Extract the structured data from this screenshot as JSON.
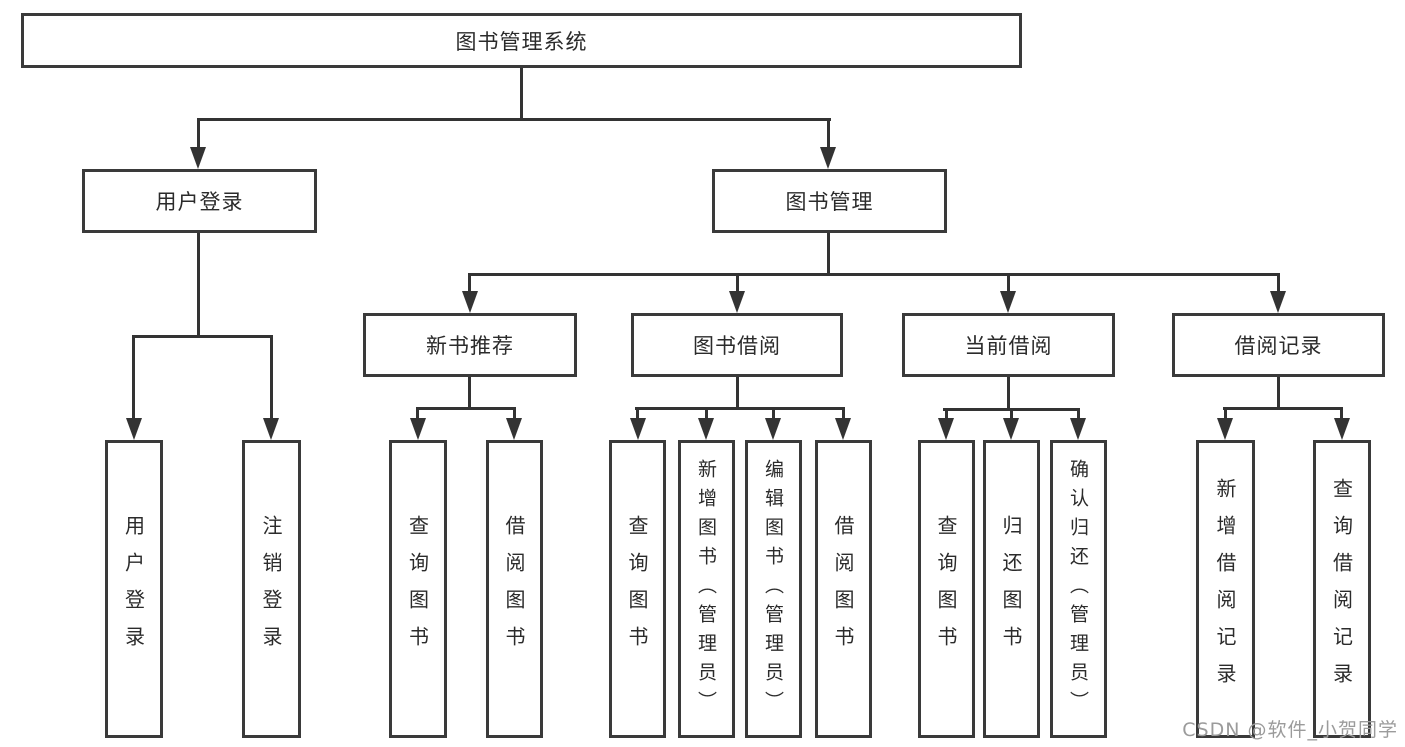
{
  "tree": {
    "root": {
      "label": "图书管理系统"
    },
    "branches": [
      {
        "label": "用户登录",
        "children": [
          {
            "label": "用户登录"
          },
          {
            "label": "注销登录"
          }
        ]
      },
      {
        "label": "图书管理",
        "groups": [
          {
            "label": "新书推荐",
            "children": [
              {
                "label": "查询图书"
              },
              {
                "label": "借阅图书"
              }
            ]
          },
          {
            "label": "图书借阅",
            "children": [
              {
                "label": "查询图书"
              },
              {
                "label": "新增图书（管理员）"
              },
              {
                "label": "编辑图书（管理员）"
              },
              {
                "label": "借阅图书"
              }
            ]
          },
          {
            "label": "当前借阅",
            "children": [
              {
                "label": "查询图书"
              },
              {
                "label": "归还图书"
              },
              {
                "label": "确认归还（管理员）"
              }
            ]
          },
          {
            "label": "借阅记录",
            "children": [
              {
                "label": "新增借阅记录"
              },
              {
                "label": "查询借阅记录"
              }
            ]
          }
        ]
      }
    ]
  },
  "watermark": {
    "text": "CSDN @软件_小贺同学"
  },
  "colors": {
    "line": "#333333",
    "border": "#3a3a3a",
    "text": "#2b2b2b",
    "watermark": "#9b9b9b",
    "background": "#ffffff"
  }
}
